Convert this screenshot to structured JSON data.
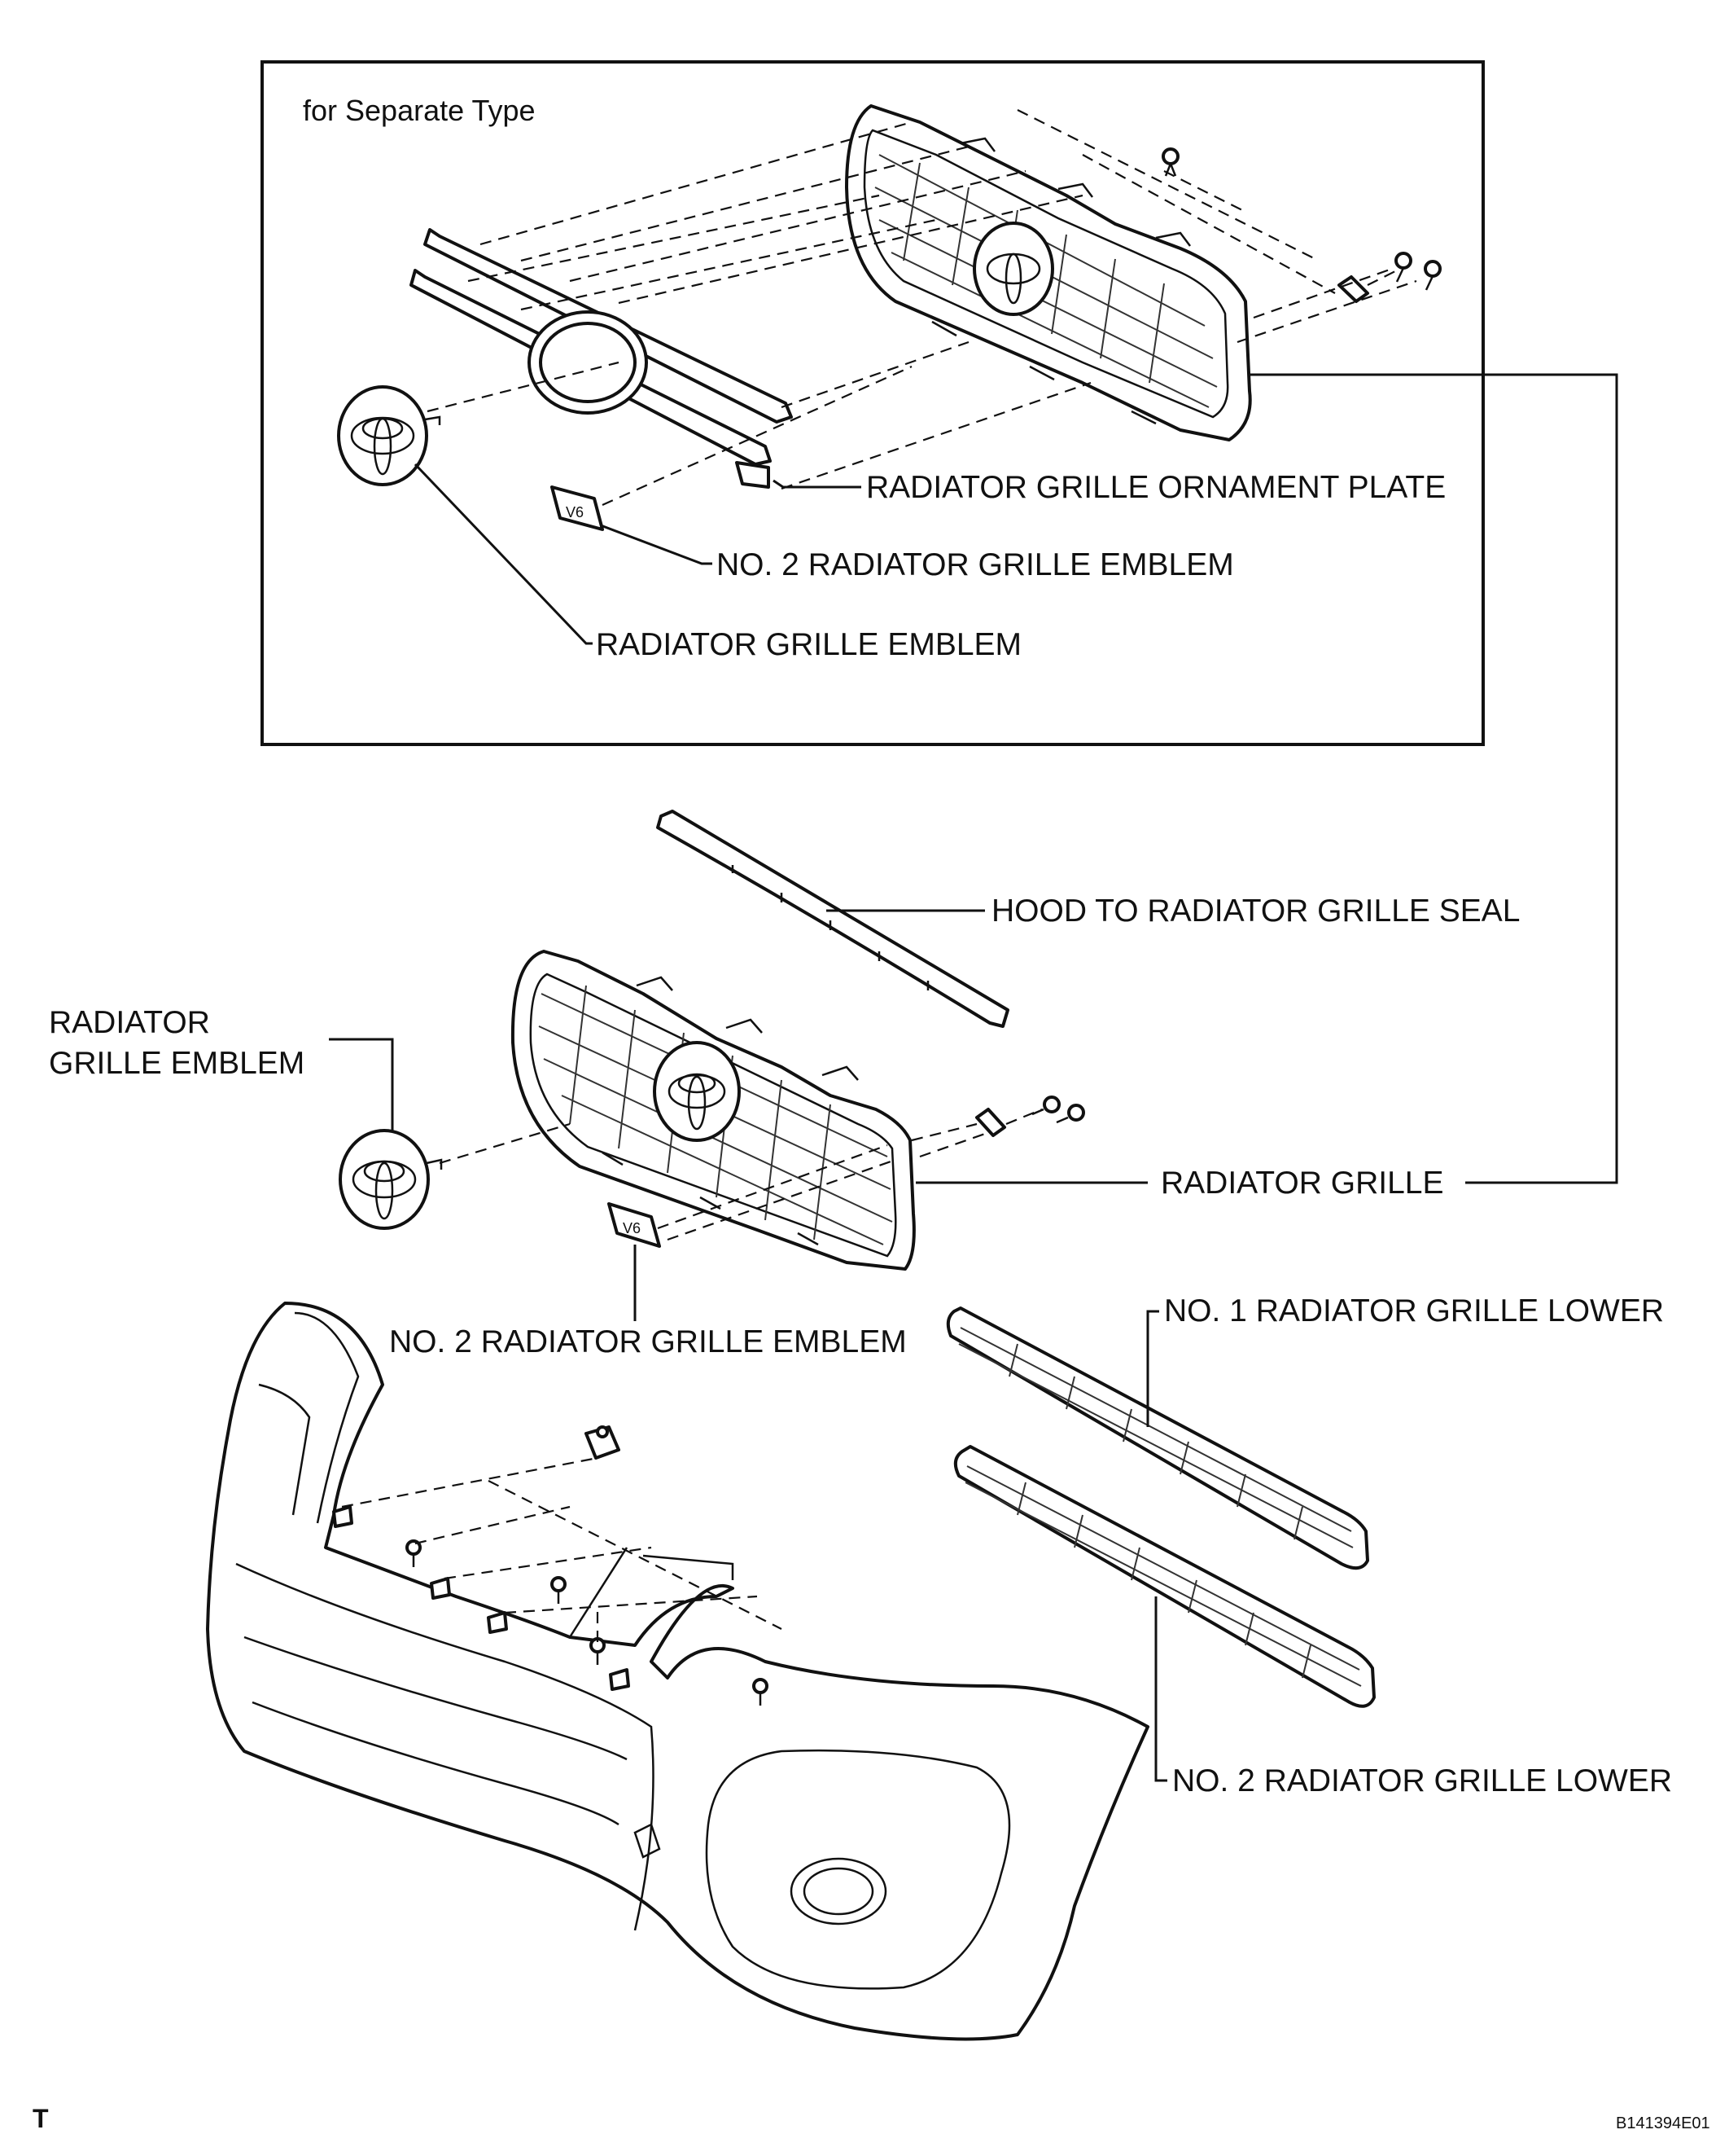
{
  "inset": {
    "title": "for Separate Type",
    "labels": {
      "ornament_plate": "RADIATOR GRILLE ORNAMENT PLATE",
      "no2_emblem": "NO. 2 RADIATOR GRILLE EMBLEM",
      "emblem": "RADIATOR GRILLE EMBLEM"
    }
  },
  "main": {
    "labels": {
      "hood_seal": "HOOD TO RADIATOR GRILLE SEAL",
      "emblem_line1": "RADIATOR",
      "emblem_line2": "GRILLE EMBLEM",
      "radiator_grille": "RADIATOR GRILLE",
      "no2_emblem": "NO. 2 RADIATOR GRILLE EMBLEM",
      "no1_lower": "NO. 1 RADIATOR GRILLE LOWER",
      "no2_lower": "NO. 2 RADIATOR GRILLE LOWER"
    }
  },
  "badge_text": "V6",
  "footer": {
    "corner_mark": "T",
    "figure_code": "B141394E01"
  }
}
